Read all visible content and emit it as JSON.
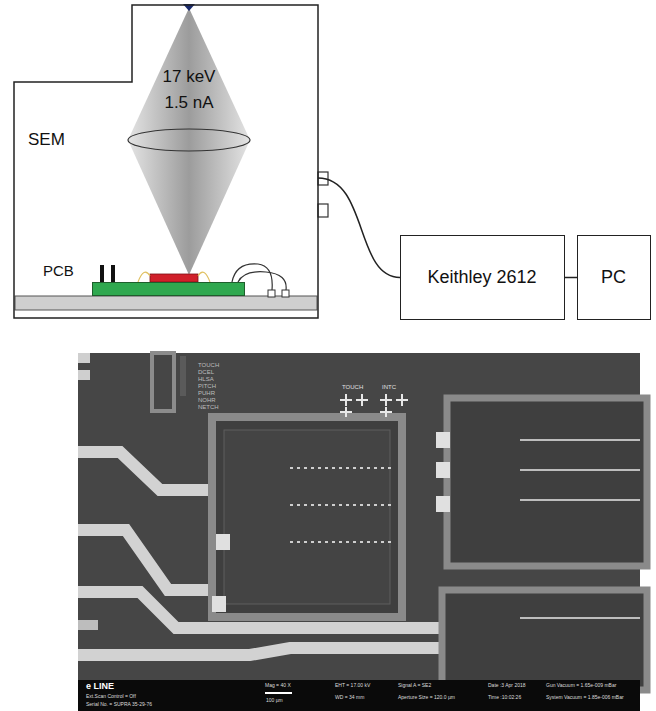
{
  "diagram": {
    "nodes": [
      {
        "text": [
          "SEM"
        ]
      },
      {
        "text": [
          "PCB"
        ],
        "in": 0
      },
      {
        "text": [
          "Keithley 2612"
        ]
      },
      {
        "text": [
          "PC"
        ]
      }
    ],
    "edges": [
      {
        "from": 0,
        "to": 2,
        "arrow": "none"
      },
      {
        "from": 2,
        "to": 3,
        "arrow": "none"
      }
    ],
    "labels": [
      "17 keV",
      "1.5 nA",
      "TOUCH",
      "DCEL",
      "HLSA",
      "PITCH",
      "PUHR",
      "NOHR",
      "NETCH",
      "TOUCH",
      "INTC",
      "e LINE",
      "Ext.Scan Control = Off",
      "Serial No. = SUPRA 35-29-76",
      "Mag = 40 X",
      "100 µm",
      "EHT = 17.00 kV",
      "WD = 34 mm",
      "Signal A = SE2",
      "Aperture Size = 120.0 µm",
      "Date :3 Apr 2018",
      "Time :10:02:26",
      "Gun Vacuum = 1.65e-009 mBar",
      "System Vacuum = 1.85e-006 mBar"
    ]
  }
}
